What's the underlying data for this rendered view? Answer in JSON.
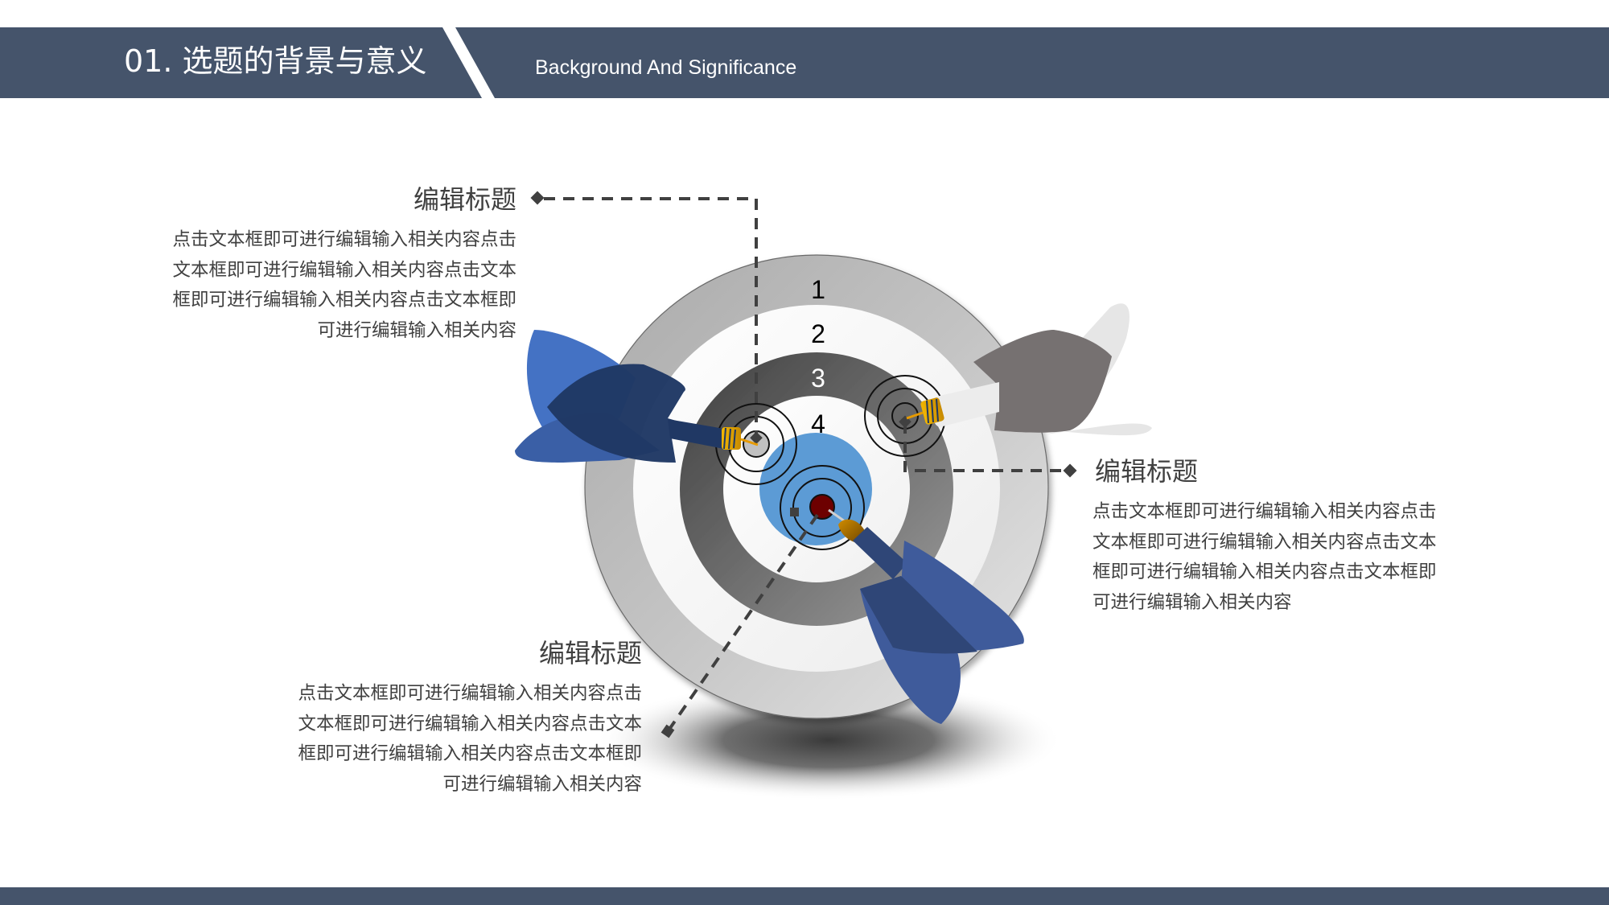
{
  "header": {
    "title": "01. 选题的背景与意义",
    "subtitle": "Background And Significance",
    "bar_color": "#45546b"
  },
  "target": {
    "ring_labels": [
      "1",
      "2",
      "3",
      "4"
    ],
    "colors": {
      "ring1": "#bdbdbd",
      "ring2": "#f2f2f2",
      "ring3": "#595959",
      "ring4": "#f5f5f5",
      "center": "#5b9bd5",
      "bullseye": "#7b0000"
    }
  },
  "darts": [
    {
      "name": "left-dart",
      "flight_color": "#1f3864",
      "hit_ring": "3"
    },
    {
      "name": "right-dart",
      "flight_color": "#767171",
      "hit_ring": "3"
    },
    {
      "name": "bottom-dart",
      "flight_color": "#3f5b9b",
      "hit_ring": "bullseye"
    }
  ],
  "blocks": [
    {
      "title": "编辑标题",
      "lines": [
        "点击文本框即可进行编辑输入相关内容点击",
        "文本框即可进行编辑输入相关内容点击文本",
        "框即可进行编辑输入相关内容点击文本框即",
        "可进行编辑输入相关内容"
      ]
    },
    {
      "title": "编辑标题",
      "lines": [
        "点击文本框即可进行编辑输入相关内容点击",
        "文本框即可进行编辑输入相关内容点击文本",
        "框即可进行编辑输入相关内容点击文本框即",
        "可进行编辑输入相关内容"
      ]
    },
    {
      "title": "编辑标题",
      "lines": [
        "点击文本框即可进行编辑输入相关内容点击",
        "文本框即可进行编辑输入相关内容点击文本",
        "框即可进行编辑输入相关内容点击文本框即",
        "可进行编辑输入相关内容"
      ]
    }
  ]
}
